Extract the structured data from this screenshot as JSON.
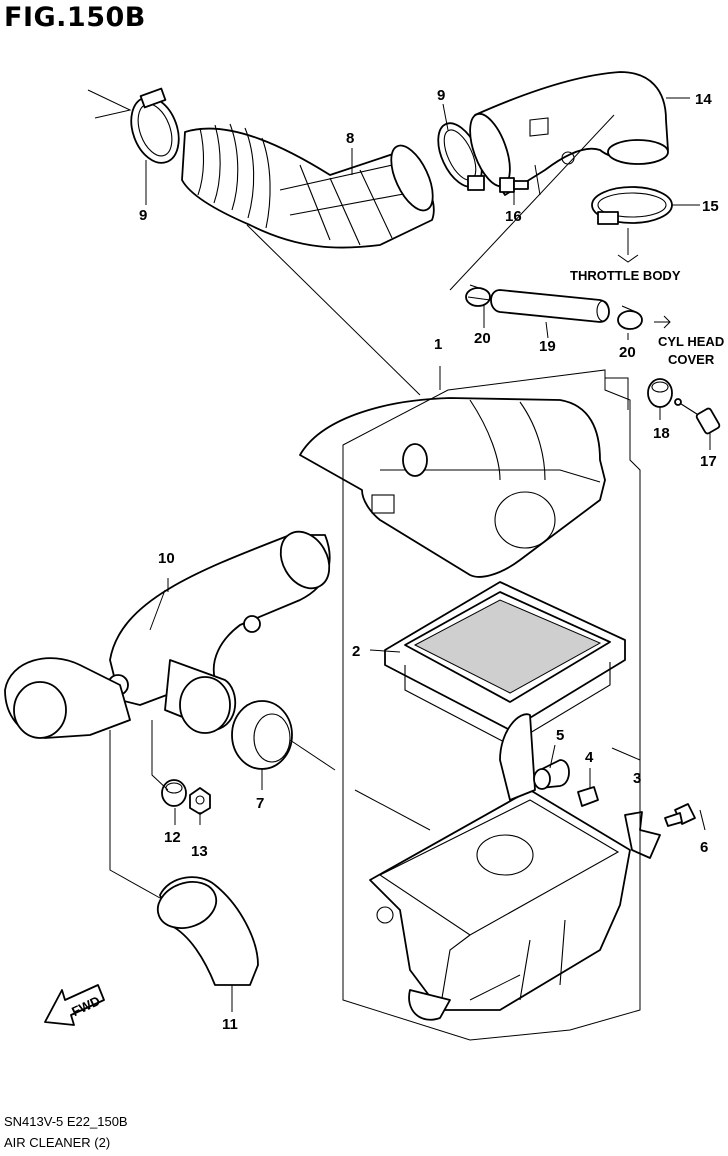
{
  "figure": {
    "title": "FIG.150B"
  },
  "notes": {
    "throttle_body": "THROTTLE BODY",
    "cyl_head_1": "CYL HEAD",
    "cyl_head_2": "COVER",
    "fwd": "FWD"
  },
  "footer": {
    "code": "SN413V-5 E22_150B",
    "caption": "AIR CLEANER (2)"
  },
  "callouts": {
    "c1": "1",
    "c2": "2",
    "c3": "3",
    "c4": "4",
    "c5": "5",
    "c6": "6",
    "c7": "7",
    "c8": "8",
    "c9a": "9",
    "c9b": "9",
    "c10": "10",
    "c11": "11",
    "c12": "12",
    "c13": "13",
    "c14": "14",
    "c15": "15",
    "c16": "16",
    "c17": "17",
    "c18": "18",
    "c19": "19",
    "c20a": "20",
    "c20b": "20"
  }
}
